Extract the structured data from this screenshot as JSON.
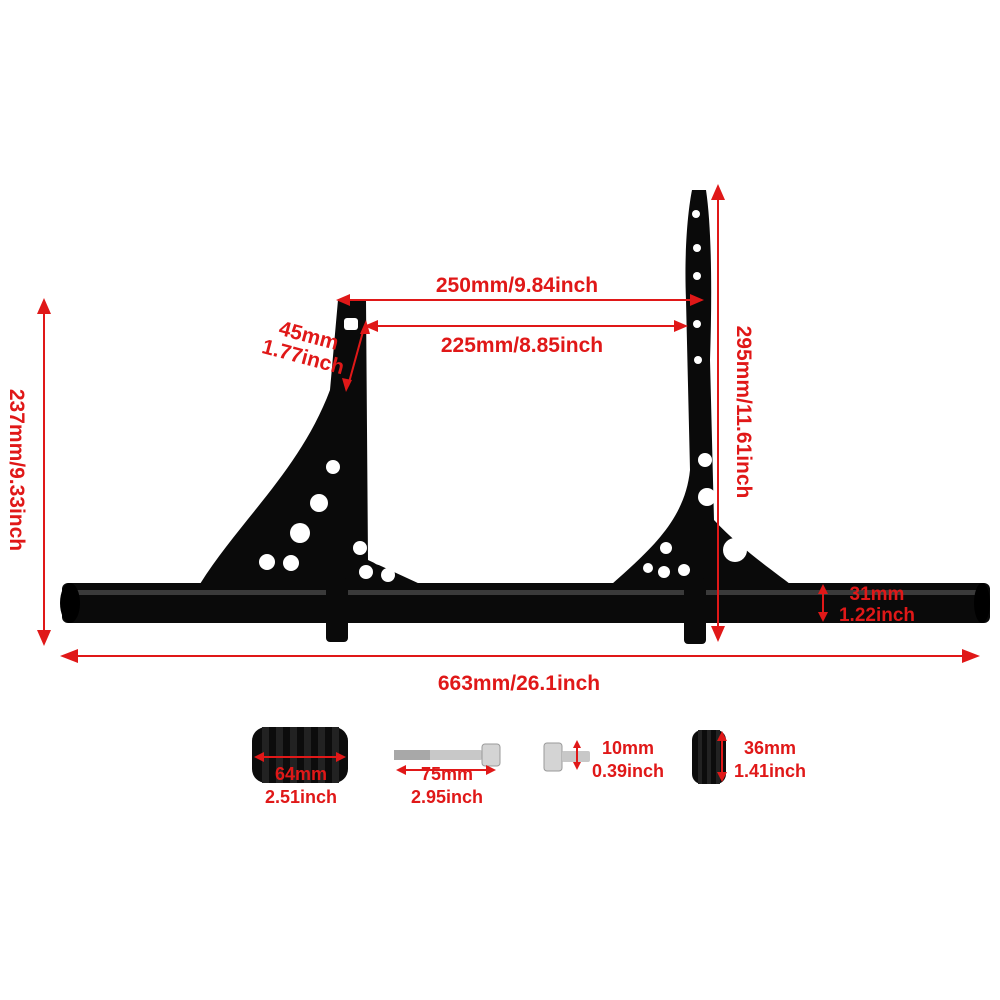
{
  "dimensions": {
    "top_span": "250mm/9.84inch",
    "inner_span": "225mm/8.85inch",
    "bracket_width_mm": "45mm",
    "bracket_width_in": "1.77inch",
    "left_height": "237mm/9.33inch",
    "right_height": "295mm/11.61inch",
    "tube_dia_mm": "31mm",
    "tube_dia_in": "1.22inch",
    "total_length": "663mm/26.1inch"
  },
  "parts": {
    "left_peg_mm": "64mm",
    "left_peg_in": "2.51inch",
    "bolt_mm": "75mm",
    "bolt_in": "2.95inch",
    "short_bolt_mm": "10mm",
    "short_bolt_in": "0.39inch",
    "right_peg_mm": "36mm",
    "right_peg_in": "1.41inch"
  },
  "colors": {
    "dimension_red": "#e01818",
    "part_black": "#0a0a0a",
    "bolt_silver": "#c8c8c8"
  }
}
